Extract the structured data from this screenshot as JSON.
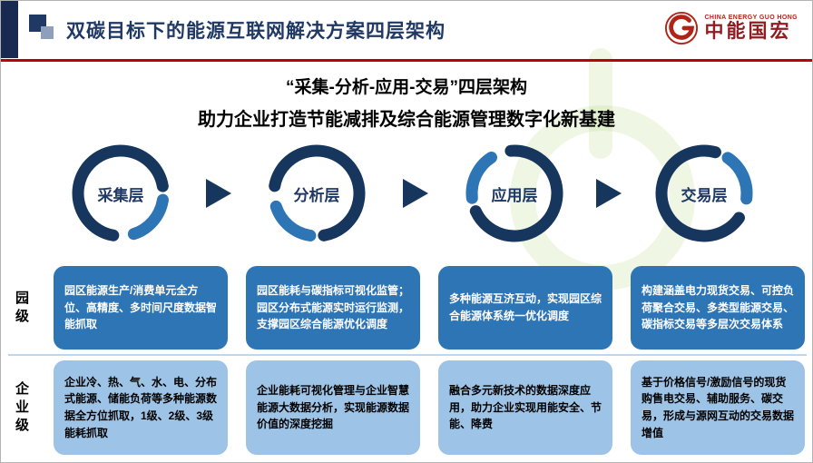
{
  "header": {
    "title": "双碳目标下的能源互联网解决方案四层架构",
    "logo": {
      "name_en": "CHINA ENERGY GUO HONG",
      "name_cn": "中能国宏"
    }
  },
  "subtitle": {
    "line1": "“采集-分析-应用-交易”四层架构",
    "line2": "助力企业打造节能减排及综合能源管理数字化新基建"
  },
  "layers": [
    {
      "label": "采集层"
    },
    {
      "label": "分析层"
    },
    {
      "label": "应用层"
    },
    {
      "label": "交易层"
    }
  ],
  "rows": [
    {
      "label": "园级",
      "cells": [
        "园区能源生产/消费单元全方位、高精度、多时间尺度数据智能抓取",
        "园区能耗与碳指标可视化监管；园区分布式能源实时运行监测，支撑园区综合能源优化调度",
        "多种能源互济互动，实现园区综合能源体系统一优化调度",
        "构建涵盖电力现货交易、可控负荷聚合交易、多类型能源交易、碳指标交易等多层次交易体系"
      ]
    },
    {
      "label": "企业级",
      "cells": [
        "企业冷、热、气、水、电、分布式能源、储能负荷等多种能源数据全方位抓取，1级、2级、3级能耗抓取",
        "企业能耗可视化管理与企业智慧能源大数据分析，实现能源数据价值的深度挖掘",
        "融合多元新技术的数据深度应用，助力企业实现用能安全、节能、降费",
        "基于价格信号/激励信号的现货购售电交易、辅助服务、碳交易，形成与源网互动的交易数据增值"
      ]
    }
  ],
  "colors": {
    "navy": "#1f3864",
    "red_line": "#c00000",
    "logo_red": "#b02418",
    "dark_box": "#2e75b6",
    "light_box": "#9dc3e6",
    "arc_dark": "#17365d",
    "arc_light": "#2e75b6",
    "watermark_green": "#8cc63f"
  }
}
